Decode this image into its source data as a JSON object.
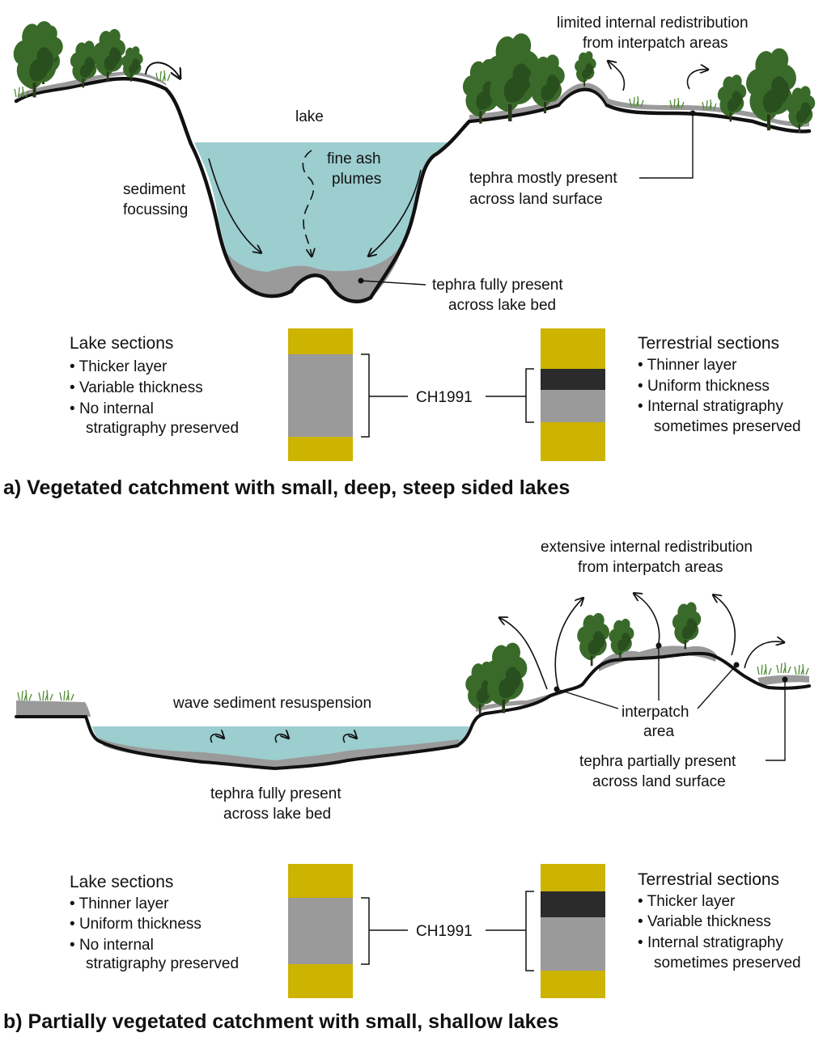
{
  "colors": {
    "water": "#9ccdcf",
    "tephra": "#9a9a9a",
    "sediment": "#ccb400",
    "dark_layer": "#2b2b2b",
    "tree": "#3a6a2a",
    "tree_dark": "#2a4f1e",
    "grass": "#4f8a34",
    "ground": "#111111"
  },
  "panel_a": {
    "label_lake": "lake",
    "label_fine_ash": "fine ash",
    "label_plumes": "plumes",
    "label_sediment": "sediment",
    "label_focussing": "focussing",
    "label_tephra_lake_1": "tephra fully present",
    "label_tephra_lake_2": "across lake bed",
    "label_tephra_land_1": "tephra mostly present",
    "label_tephra_land_2": "across land surface",
    "label_redist_1": "limited internal redistribution",
    "label_redist_2": "from interpatch areas",
    "lake_sections": {
      "title": "Lake sections",
      "items": [
        "Thicker layer",
        "Variable thickness",
        "No internal",
        "stratigraphy preserved"
      ]
    },
    "terrestrial_sections": {
      "title": "Terrestrial sections",
      "items": [
        "Thinner layer",
        "Uniform thickness",
        "Internal stratigraphy",
        "sometimes preserved"
      ]
    },
    "tephra_name": "CH1991",
    "caption": "a)  Vegetated catchment with small, deep, steep sided lakes"
  },
  "panel_b": {
    "label_wave": "wave sediment resuspension",
    "label_tephra_lake_1": "tephra fully present",
    "label_tephra_lake_2": "across lake bed",
    "label_redist_1": "extensive internal redistribution",
    "label_redist_2": "from interpatch areas",
    "label_interpatch_1": "interpatch",
    "label_interpatch_2": "area",
    "label_tephra_land_1": "tephra partially present",
    "label_tephra_land_2": "across land surface",
    "lake_sections": {
      "title": "Lake sections",
      "items": [
        "Thinner layer",
        "Uniform thickness",
        "No internal",
        "stratigraphy preserved"
      ]
    },
    "terrestrial_sections": {
      "title": "Terrestrial sections",
      "items": [
        "Thicker layer",
        "Variable thickness",
        "Internal stratigraphy",
        "sometimes preserved"
      ]
    },
    "tephra_name": "CH1991",
    "caption": "b) Partially vegetated catchment with small, shallow lakes"
  }
}
